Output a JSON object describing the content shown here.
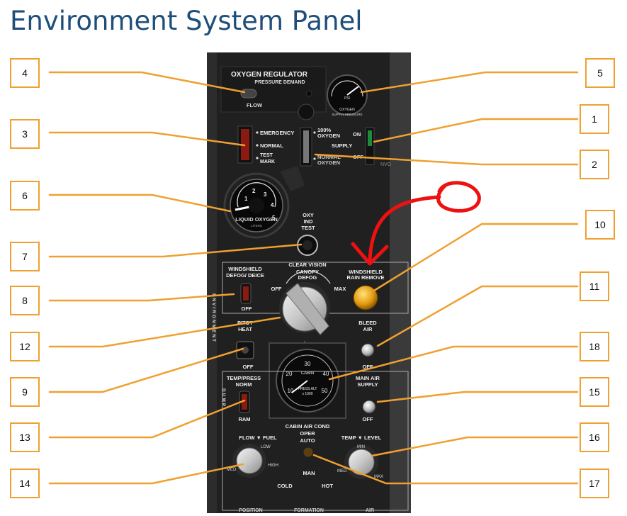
{
  "page": {
    "title": "Environment System Panel"
  },
  "callouts": {
    "c1": "1",
    "c2": "2",
    "c3": "3",
    "c4": "4",
    "c5": "5",
    "c6": "6",
    "c7": "7",
    "c8": "8",
    "c9": "9",
    "c10": "10",
    "c11": "11",
    "c12": "12",
    "c13": "13",
    "c14": "14",
    "c15": "15",
    "c16": "16",
    "c17": "17",
    "c18": "18"
  },
  "panel": {
    "oxygen_regulator": "OXYGEN REGULATOR",
    "pressure_demand": "PRESSURE DEMAND",
    "flow": "FLOW",
    "gauge_psi": "PSI",
    "gauge_oxygen_supply": "OXYGEN",
    "gauge_supply_pressure": "SUPPLY PRESSURE",
    "emergency": "EMERGENCY",
    "normal": "NORMAL",
    "test": "TEST",
    "mark": "MARK",
    "oxygen_100": "100%",
    "oxygen_100b": "OXYGEN",
    "normal_oxygen": "NORMAL",
    "normal_oxygen_b": "OXYGEN",
    "supply": "SUPPLY",
    "on": "ON",
    "off_supply": "OFF",
    "nvg": "NVG",
    "liquid_oxygen": "LIQUID OXYGEN",
    "liters": "LITERS",
    "oxy_ind_test_1": "OXY",
    "oxy_ind_test_2": "IND",
    "oxy_ind_test_3": "TEST",
    "clear_vision": "CLEAR VISION",
    "windshield_defog_1": "WINDSHIELD",
    "windshield_defog_2": "DEFOG/ DEICE",
    "off_defog": "OFF",
    "canopy_1": "CANOPY",
    "canopy_2": "DEFOG",
    "canopy_off": "OFF",
    "canopy_max": "MAX",
    "rain_remove_1": "WINDSHIELD",
    "rain_remove_2": "RAIN REMOVE",
    "environment": "ENVIRONMENT",
    "pitot_1": "PITOT",
    "pitot_2": "HEAT",
    "pitot_off": "OFF",
    "bleed_1": "BLEED",
    "bleed_2": "AIR",
    "bleed_off": "OFF",
    "cabin": "CABIN",
    "press_alt": "PRESS ALT",
    "x1000": "x 1000",
    "temp_press_1": "TEMP/PRESS",
    "temp_press_2": "NORM",
    "ram": "RAM",
    "dump": "DUMP",
    "main_air_1": "MAIN AIR",
    "main_air_2": "SUPPLY",
    "main_air_off": "OFF",
    "cabin_air_cond": "CABIN AIR COND",
    "flow_fuel": "FLOW ▼ FUEL",
    "oper_1": "OPER",
    "oper_2": "AUTO",
    "temp_level": "TEMP ▼ LEVEL",
    "cold": "COLD",
    "man": "MAN",
    "hot": "HOT",
    "low": "LOW",
    "med": "MED",
    "high": "HIGH",
    "min": "MIN",
    "max": "MAX",
    "position": "POSITION",
    "formation": "FORMATION",
    "air": "AIR"
  },
  "gauges": {
    "liquid_oxygen_ticks": [
      "1",
      "2",
      "3",
      "4",
      "5"
    ],
    "cabin_ticks": [
      "10",
      "20",
      "30",
      "40",
      "50"
    ]
  },
  "colors": {
    "callout_border": "#f0a030",
    "leader": "#f0a030",
    "title": "#1f4e79",
    "annotation": "#ee1111"
  }
}
